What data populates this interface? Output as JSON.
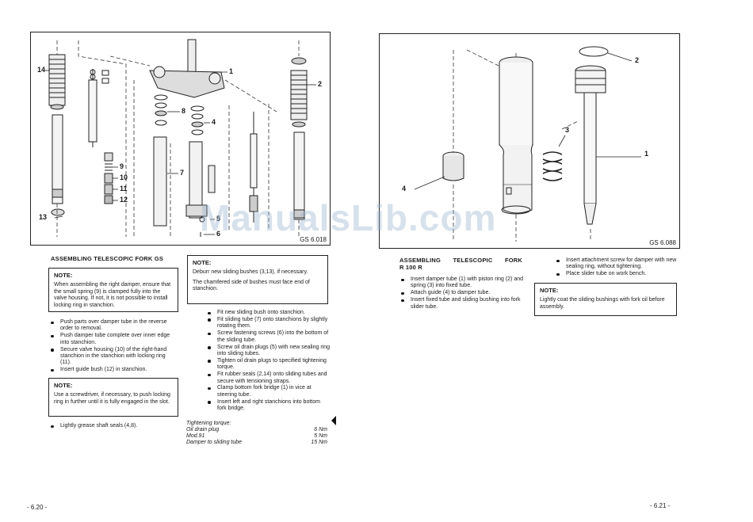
{
  "left": {
    "figure": {
      "code": "GS 6.018",
      "callouts": {
        "c14": "14",
        "c13": "13",
        "c1": "1",
        "c2": "2",
        "c8": "8",
        "c4": "4",
        "c9": "9",
        "c10": "10",
        "c11": "11",
        "c12": "12",
        "c7": "7",
        "c5": "5",
        "c6": "6"
      }
    },
    "heading": "ASSEMBLING TELESCOPIC FORK GS",
    "note1": {
      "title": "NOTE:",
      "body": "When assembling the right damper, ensure that the small spring (9) is clamped fully into the valve housing. If not, it is not possible to install locking ring in stanchion."
    },
    "bullets1": [
      "Push parts over damper tube in the reverse order to removal.",
      "Push damper tube complete over inner edge into stanchion.",
      "Secure valve housing (10) of the right-hand stanchion in the stanchion with locking ring (11).",
      "Insert guide bush (12) in stanchion."
    ],
    "note2": {
      "title": "NOTE:",
      "body": "Use a screwdriver, if necessary, to push locking ring in further until it is fully engaged in the slot."
    },
    "bullets2": [
      "Lightly grease shaft seals (4,8)."
    ],
    "note3": {
      "title": "NOTE:",
      "p1": "Deburr new sliding bushes (3,13), if necessary.",
      "p2": "The chamfered side of bushes must face end of stanchion."
    },
    "bullets3": [
      "Fit new sliding bush onto stanchion.",
      "Fit sliding tube (7) onto stanchions by slightly rotating them.",
      "Screw fastening screws (6) into the bottom of the sliding tube.",
      "Screw oil drain plugs (5) with new sealing ring into sliding tubes.",
      "Tighten oil drain plugs to specified tightening torque.",
      "Fit rubber seals (2,14) onto sliding tubes and secure with tensioning straps.",
      "Clamp bottom fork bridge (1) in vice at steering tube.",
      "Insert left and right stanchions into bottom fork bridge."
    ],
    "torque": {
      "title": "Tightening torque:",
      "rows": [
        {
          "label": "Oil drain plug",
          "value": "6 Nm"
        },
        {
          "label": "Mod.91",
          "value": "5 Nm"
        },
        {
          "label": "Damper to sliding tube",
          "value": "15 Nm"
        }
      ]
    },
    "page_number": "- 6.20 -"
  },
  "right": {
    "figure": {
      "code": "GS 6.088",
      "callouts": {
        "c2": "2",
        "c3": "3",
        "c1": "1",
        "c4": "4"
      }
    },
    "heading_line1": "ASSEMBLING TELESCOPIC FORK",
    "heading_line2": "R 100 R",
    "bullets1": [
      "Insert damper tube (1) with piston ring (2) and spring (3) into fixed tube.",
      "Attach guide (4) to damper tube.",
      "Insert fixed tube and sliding bushing into fork slider tube."
    ],
    "bullets2": [
      "Insert attachment screw for damper with new sealing ring, without tightening.",
      "Place slider tube on work bench."
    ],
    "note": {
      "title": "NOTE:",
      "body": "Lightly coat the sliding bushings with fork oil before assembly."
    },
    "page_number": "- 6.21 -"
  },
  "watermark": "ManualsLib.com"
}
